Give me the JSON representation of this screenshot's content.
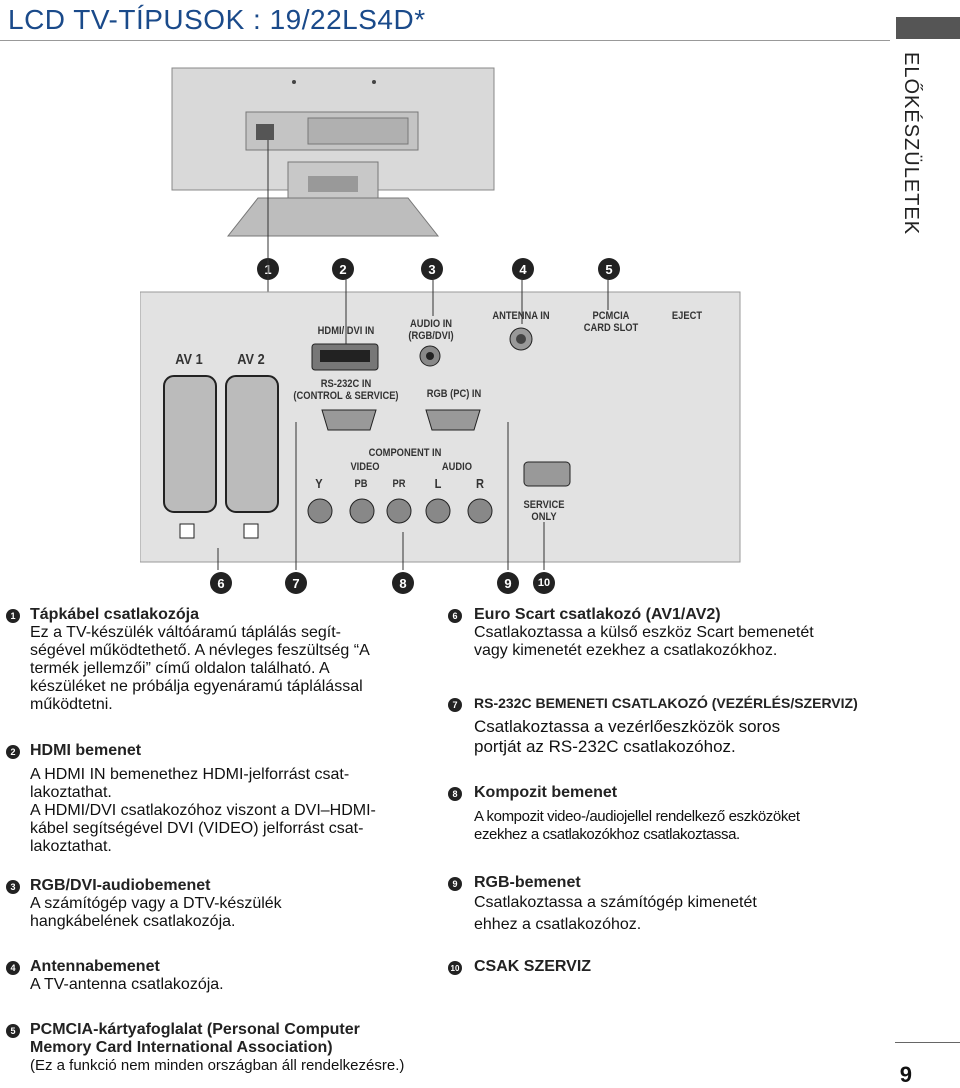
{
  "title": "LCD TV-TÍPUSOK : 19/22LS4D*",
  "side_label": "ELŐKÉSZÜLETEK",
  "page_number": "9",
  "top_numbers": [
    "1",
    "2",
    "3",
    "4",
    "5"
  ],
  "bottom_numbers": [
    "6",
    "7",
    "8",
    "9",
    "10"
  ],
  "panel": {
    "hdmi": "HDMI/ DVI IN",
    "audio_in_1": "AUDIO IN",
    "audio_in_2": "(RGB/DVI)",
    "antenna": "ANTENNA IN",
    "pcmcia_1": "PCMCIA",
    "pcmcia_2": "CARD SLOT",
    "eject": "EJECT",
    "av1": "AV 1",
    "av2": "AV 2",
    "rs232_1": "RS-232C IN",
    "rs232_2": "(CONTROL & SERVICE)",
    "rgb_pc": "RGB (PC) IN",
    "component": "COMPONENT IN",
    "video": "VIDEO",
    "audio": "AUDIO",
    "jack_y": "Y",
    "jack_pb": "PB",
    "jack_pr": "PR",
    "jack_l": "L",
    "jack_r": "R",
    "service_1": "SERVICE",
    "service_2": "ONLY"
  },
  "left_items": [
    {
      "num": "1",
      "title": "Tápkábel csatlakozója",
      "text": [
        "Ez a TV-készülék váltóáramú táplálás segít-",
        "ségével működtethető. A névleges feszültség “A",
        "termék jellemzői” című oldalon található. A",
        "készüléket ne próbálja egyenáramú táplálással",
        "működtetni."
      ]
    },
    {
      "num": "2",
      "title": "HDMI bemenet",
      "text": [
        "A HDMI IN bemenethez HDMI-jelforrást csat-",
        "lakoztathat.",
        "A HDMI/DVI csatlakozóhoz viszont a DVI–HDMI-",
        "kábel segítségével DVI (VIDEO) jelforrást csat-",
        "lakoztathat."
      ]
    },
    {
      "num": "3",
      "title": "RGB/DVI-audiobemenet",
      "text": [
        "A számítógép vagy a DTV-készülék",
        "hangkábelének csatlakozója."
      ]
    },
    {
      "num": "4",
      "title": "Antennabemenet",
      "text": [
        "A TV-antenna csatlakozója."
      ]
    },
    {
      "num": "5",
      "title": "PCMCIA-kártyafoglalat (Personal Computer",
      "text": [
        "Memory Card International Association)",
        "(Ez a funkció nem minden országban áll rendelkezésre.)"
      ]
    }
  ],
  "right_items": [
    {
      "num": "6",
      "title": "Euro Scart csatlakozó (AV1/AV2)",
      "text": [
        "Csatlakoztassa a külső eszköz Scart bemenetét",
        "vagy kimenetét ezekhez a csatlakozókhoz."
      ]
    },
    {
      "num": "7",
      "title": "RS-232C BEMENETI CSATLAKOZÓ (VEZÉRLÉS/SZERVIZ)",
      "text": [
        "Csatlakoztassa a vezérlőeszközök soros",
        "portját az RS-232C csatlakozóhoz."
      ]
    },
    {
      "num": "8",
      "title": "Kompozit bemenet",
      "text": [
        "A kompozit video-/audiojellel rendelkező eszközöket",
        "ezekhez a csatlakozókhoz csatlakoztassa."
      ]
    },
    {
      "num": "9",
      "title": "RGB-bemenet",
      "text": [
        "Csatlakoztassa a számítógép kimenetét",
        "ehhez a csatlakozóhoz."
      ]
    },
    {
      "num": "10",
      "title": "CSAK SZERVIZ",
      "text": []
    }
  ]
}
